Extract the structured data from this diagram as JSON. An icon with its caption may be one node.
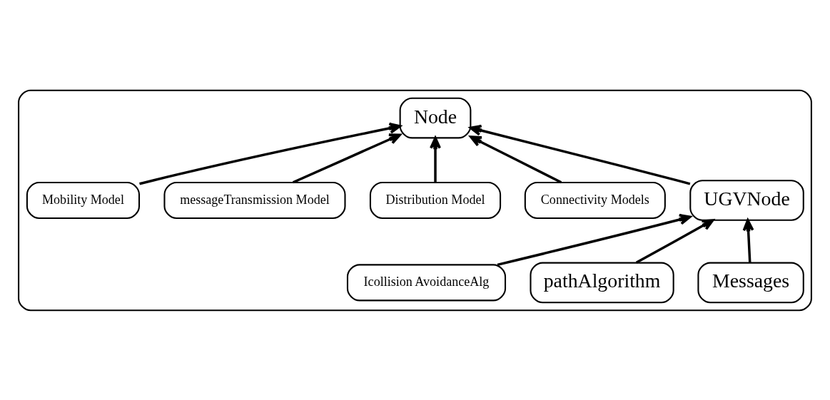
{
  "diagram": {
    "nodes": [
      {
        "text": [],
        "shape": "box"
      },
      {
        "text": [
          "Node"
        ],
        "in": 0
      },
      {
        "text": [
          "UGVNode"
        ],
        "in": 0
      },
      {
        "text": [
          "Messages"
        ],
        "in": 0
      },
      {
        "text": [
          "pathAlgorithm"
        ],
        "in": 0
      },
      {
        "text": [
          "Icollision AvoidanceAlg"
        ],
        "in": 0
      },
      {
        "text": [
          "Connectivity Models"
        ],
        "in": 0
      },
      {
        "text": [
          "Distribution Model"
        ],
        "in": 0
      },
      {
        "text": [
          "messageTransmission Model"
        ],
        "in": 0
      },
      {
        "text": [
          "Mobility Model"
        ],
        "in": 0
      }
    ],
    "edges": [
      {
        "from": 2,
        "to": 1,
        "arrow": "to"
      },
      {
        "from": 3,
        "to": 2,
        "arrow": "to"
      },
      {
        "from": 4,
        "to": 2,
        "arrow": "to"
      },
      {
        "from": 5,
        "to": 2,
        "arrow": "to"
      },
      {
        "from": 6,
        "to": 1,
        "arrow": "to"
      },
      {
        "from": 7,
        "to": 1,
        "arrow": "to"
      },
      {
        "from": 8,
        "to": 1,
        "arrow": "to"
      },
      {
        "from": 9,
        "to": 1,
        "arrow": "to"
      }
    ]
  }
}
